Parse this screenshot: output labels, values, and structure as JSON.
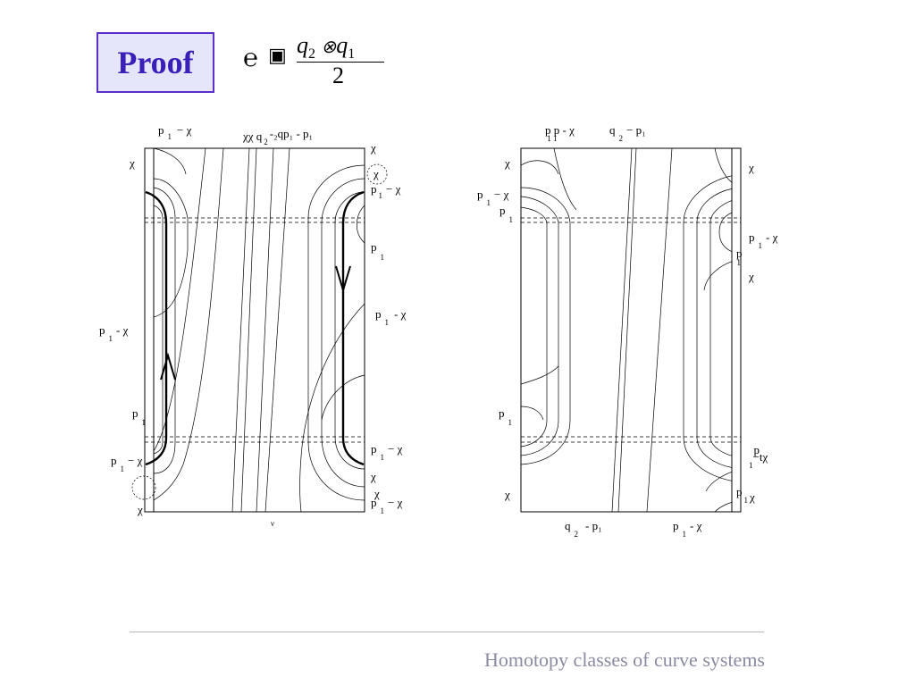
{
  "slide": {
    "title": "Proof",
    "formula": {
      "prefix_symbols": "℮",
      "numerator_q2": "q",
      "numerator_q2_sub": "2",
      "numerator_op": "⊗",
      "numerator_q1": "q",
      "numerator_q1_sub": "1",
      "denominator": "2"
    },
    "footer": "Homotopy classes of curve systems"
  },
  "left_diagram": {
    "labels": [
      {
        "id": "lt1",
        "text": "p",
        "sub": "1",
        "rest": "− χ"
      },
      {
        "id": "lt2",
        "text": "χχ  q",
        "sub": "2",
        "rest": "-₂qp₁ - p₁"
      },
      {
        "id": "lt3",
        "text": "χ"
      },
      {
        "id": "lt4",
        "text": "χ"
      },
      {
        "id": "lt5",
        "text": "χ"
      },
      {
        "id": "lr1",
        "text": "p",
        "sub": "1",
        "rest": "− χ"
      },
      {
        "id": "lr2",
        "text": "p",
        "sub": "1"
      },
      {
        "id": "lr3",
        "text": "p",
        "sub": "1",
        "rest": "- χ"
      },
      {
        "id": "lr4",
        "text": "p",
        "sub": "1",
        "rest": "− χ"
      },
      {
        "id": "lr5",
        "text": "χ"
      },
      {
        "id": "lr6",
        "text": "χ"
      },
      {
        "id": "lr7",
        "text": "p",
        "sub": "1",
        "rest": "− χ"
      },
      {
        "id": "ll1",
        "text": "p",
        "sub": "1",
        "rest": "- χ"
      },
      {
        "id": "ll2",
        "text": "p",
        "sub": "1"
      },
      {
        "id": "ll3",
        "text": "p",
        "sub": "1",
        "rest": "− χ"
      },
      {
        "id": "ll4",
        "text": "χ"
      },
      {
        "id": "lb1",
        "text": "ν"
      }
    ]
  },
  "right_diagram": {
    "labels": [
      {
        "id": "rt1",
        "text": "p p",
        "sub": "1  1",
        "rest": "- χ"
      },
      {
        "id": "rt2",
        "text": "q",
        "sub": "2",
        "rest": "− p₁"
      },
      {
        "id": "rl1",
        "text": "χ"
      },
      {
        "id": "rl2",
        "text": "p",
        "sub": "1",
        "rest": "− χ"
      },
      {
        "id": "rl3",
        "text": "p",
        "sub": "1"
      },
      {
        "id": "rl4",
        "text": "p",
        "sub": "1"
      },
      {
        "id": "rl5",
        "text": "χ"
      },
      {
        "id": "rr1",
        "text": "χ"
      },
      {
        "id": "rr2",
        "text": "p",
        "sub": "1",
        "rest": "- χ"
      },
      {
        "id": "rr3",
        "text": "p",
        "sub": "1"
      },
      {
        "id": "rr4",
        "text": "χ"
      },
      {
        "id": "rr5",
        "text": "p",
        "sub": "1",
        "rest": "−tχ"
      },
      {
        "id": "rr6",
        "text": "p",
        "sub": "1",
        "rest": "χ"
      },
      {
        "id": "rb1",
        "text": "q",
        "sub": "2",
        "rest": "-  p₁"
      },
      {
        "id": "rb2",
        "text": "p",
        "sub": "1",
        "rest": "- χ"
      }
    ]
  }
}
